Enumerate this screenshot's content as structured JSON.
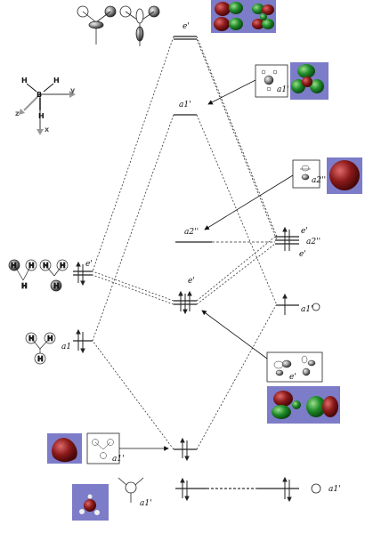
{
  "labels": {
    "e_top": "e'",
    "a1_upper": "a1'",
    "a2_mid": "a2''",
    "e_bonding": "e'",
    "e_ligand": "e'",
    "a1_ligand": "a1",
    "a1_bottom_left": "a1'",
    "a1_bottom_right": "a1'",
    "b_e_right": "e'",
    "b_a2_right": "a2''",
    "b_e_right_lower": "e'",
    "b_a1_right": "a1'",
    "inset_a1": "a1'",
    "inset_a2": "a2''",
    "inset_e": "e'",
    "inset_a1_bottom": "a1'"
  },
  "axes": {
    "y": "y",
    "z": "z",
    "x": "x"
  },
  "atoms": {
    "B": "B",
    "H": "H"
  },
  "colors": {
    "lobe_red": "#8b1a1a",
    "lobe_green": "#1f8a2a",
    "orbital_bg": "#7c7cc8",
    "line": "#222222"
  }
}
